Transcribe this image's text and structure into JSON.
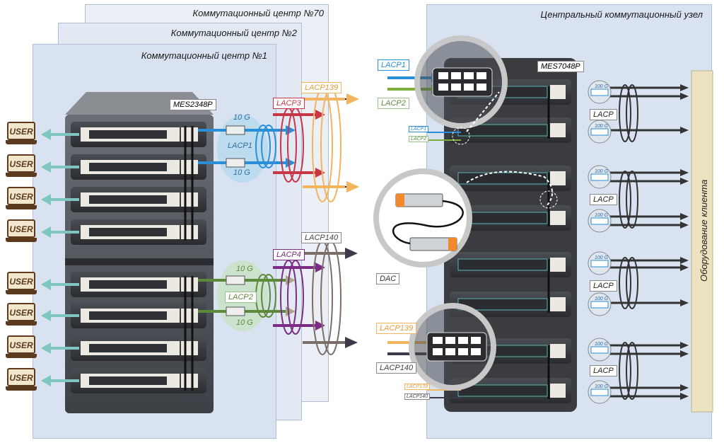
{
  "centers": {
    "c70": "Коммутационный центр №70",
    "c2": "Коммутационный центр №2",
    "c1": "Коммутационный центр №1"
  },
  "central_title": "Центральный коммутационный узел",
  "switch_left": "MES2348P",
  "switch_right": "MES7048P",
  "user_label": "USER",
  "speed_10g": "10 G",
  "speed_100g": "100 G",
  "lacp": {
    "lacp1": "LACP1",
    "lacp2": "LACP2",
    "lacp3": "LACP3",
    "lacp4": "LACP4",
    "lacp139": "LACP139",
    "lacp140": "LACP140",
    "lacp": "LACP"
  },
  "dac": "DAC",
  "client_equipment": "Оборудование клиента",
  "colors": {
    "panel_bg": "#d8e2f0",
    "panel_border": "#aebfd6",
    "lacp1_blue": "#2a8fd6",
    "lacp2_green": "#7cae3c",
    "lacp3_red": "#c63847",
    "lacp4_purple": "#7b2d86",
    "lacp139_orange": "#f2b45e",
    "lacp140_gray": "#7a6f68",
    "teal": "#7fc6c2",
    "client_bar": "#ece3c0"
  },
  "icons": [
    "user-icon",
    "switch-icon",
    "sfp-module-icon",
    "arrow-icon",
    "magnifier-icon",
    "dac-cable-icon"
  ]
}
